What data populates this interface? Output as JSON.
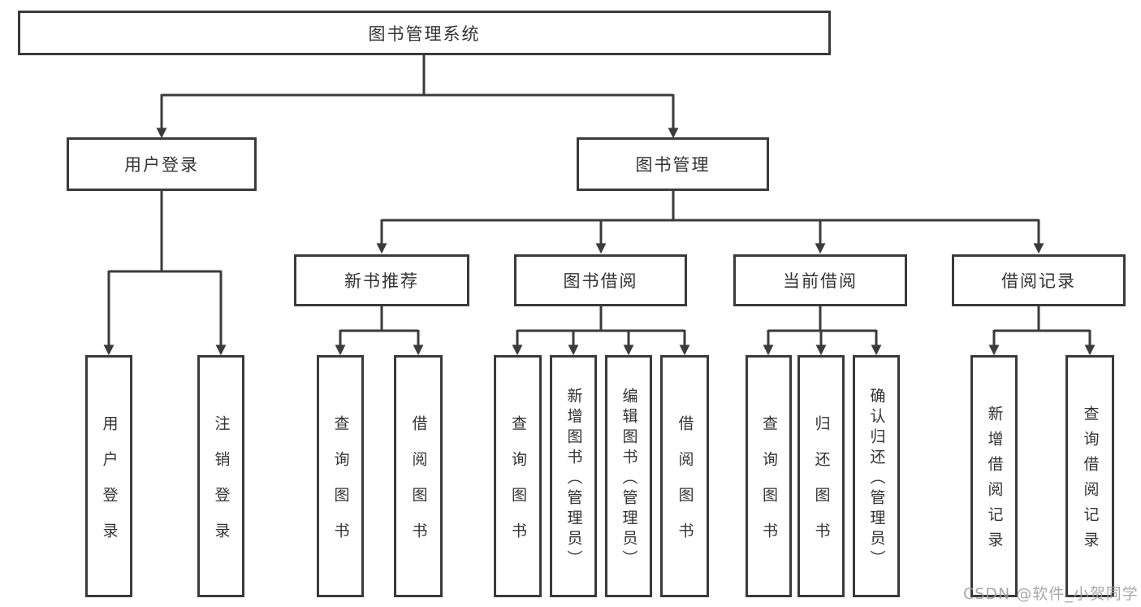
{
  "diagram": {
    "root": {
      "label": "图书管理系统"
    },
    "level2": {
      "user_login": {
        "label": "用户登录"
      },
      "book_mgmt": {
        "label": "图书管理"
      }
    },
    "level3": {
      "new_book": {
        "label": "新书推荐"
      },
      "book_borrow": {
        "label": "图书借阅"
      },
      "current_borrow": {
        "label": "当前借阅"
      },
      "borrow_record": {
        "label": "借阅记录"
      }
    },
    "leaves": {
      "user_login": {
        "label": "用户登录"
      },
      "logout": {
        "label": "注销登录"
      },
      "nb_query": {
        "label": "查询图书"
      },
      "nb_borrow": {
        "label": "借阅图书"
      },
      "bb_query": {
        "label": "查询图书"
      },
      "bb_add": {
        "label": "新增图书（管理员）"
      },
      "bb_edit": {
        "label": "编辑图书（管理员）"
      },
      "bb_borrow": {
        "label": "借阅图书"
      },
      "cb_query": {
        "label": "查询图书"
      },
      "cb_return": {
        "label": "归还图书"
      },
      "cb_confirm": {
        "label": "确认归还（管理员）"
      },
      "br_add": {
        "label": "新增借阅记录"
      },
      "br_query": {
        "label": "查询借阅记录"
      }
    }
  },
  "watermark": {
    "text": "CSDN @软件_小贺同学"
  },
  "colors": {
    "line": "#3b3b3b",
    "border": "#3a3a3a",
    "text": "#333333",
    "watermark": "#9e9e9e"
  }
}
